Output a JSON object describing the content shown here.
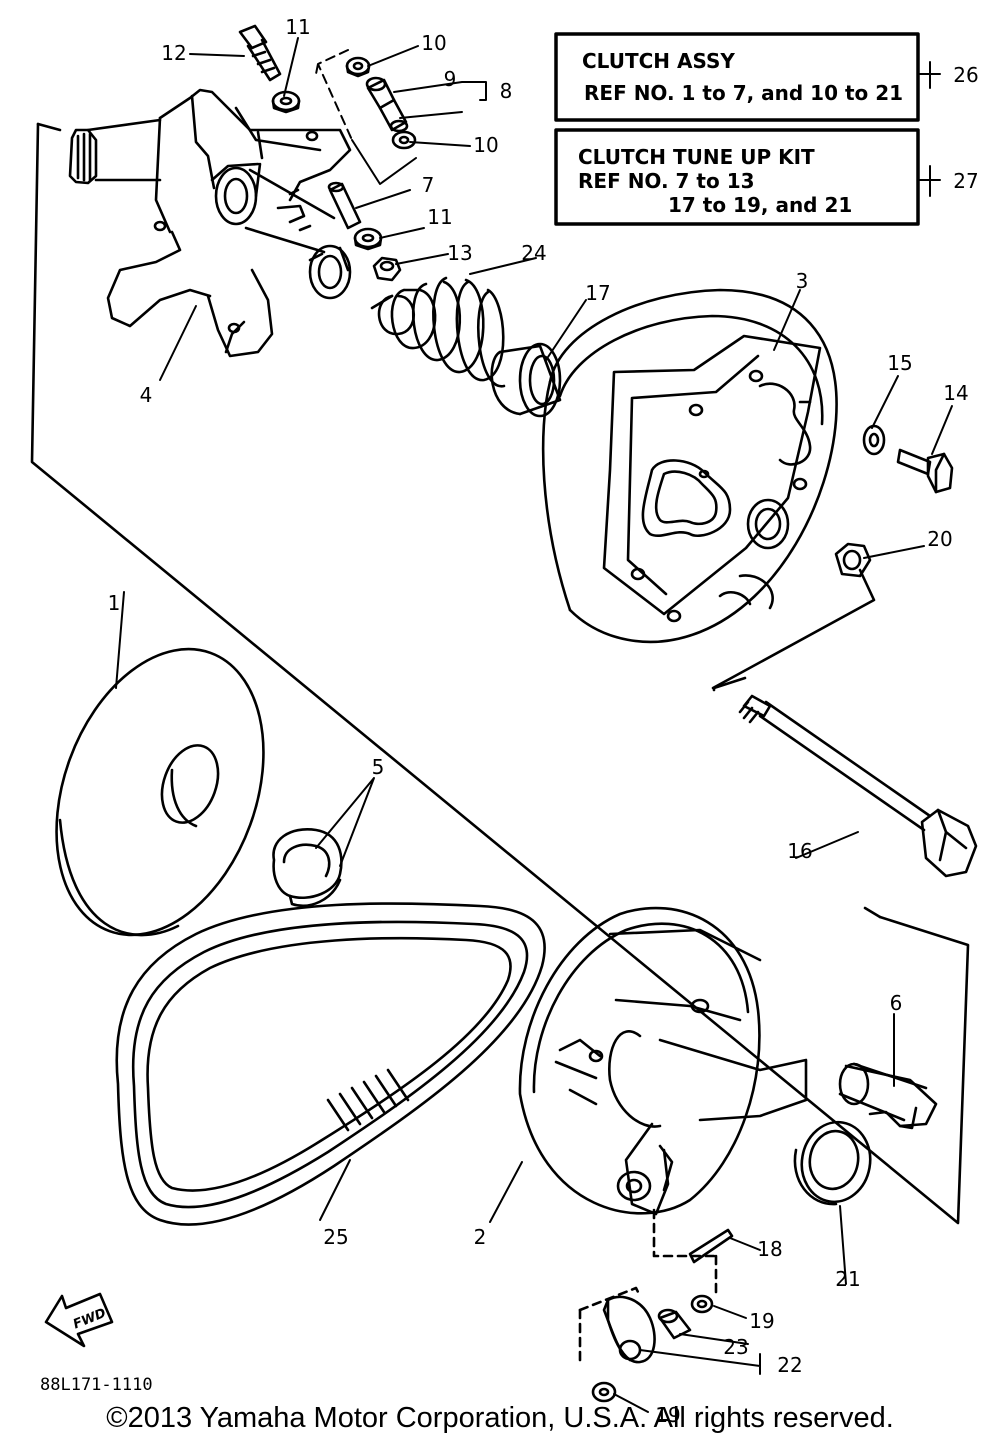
{
  "diagram": {
    "callouts": {
      "c1": "1",
      "c2": "2",
      "c3": "3",
      "c4": "4",
      "c5": "5",
      "c6": "6",
      "c7": "7",
      "c8": "8",
      "c9": "9",
      "c10a": "10",
      "c10b": "10",
      "c11a": "11",
      "c11b": "11",
      "c12": "12",
      "c13": "13",
      "c14": "14",
      "c15": "15",
      "c16": "16",
      "c17": "17",
      "c18": "18",
      "c19a": "19",
      "c19b": "19",
      "c20": "20",
      "c21": "21",
      "c22": "22",
      "c23": "23",
      "c24": "24",
      "c25": "25",
      "c26": "26",
      "c27": "27"
    },
    "box_clutch_assy": {
      "line1": "CLUTCH ASSY",
      "line2": "REF NO. 1 to 7, and 10 to 21"
    },
    "box_tune_up_kit": {
      "line1": "CLUTCH TUNE UP KIT",
      "line2": "REF NO. 7 to 13",
      "line3": "17 to 19, and 21"
    },
    "fwd_label": "FWD",
    "part_code": "88L171-1110"
  },
  "footer": {
    "copyright": "©2013 Yamaha Motor Corporation, U.S.A. All rights reserved."
  }
}
